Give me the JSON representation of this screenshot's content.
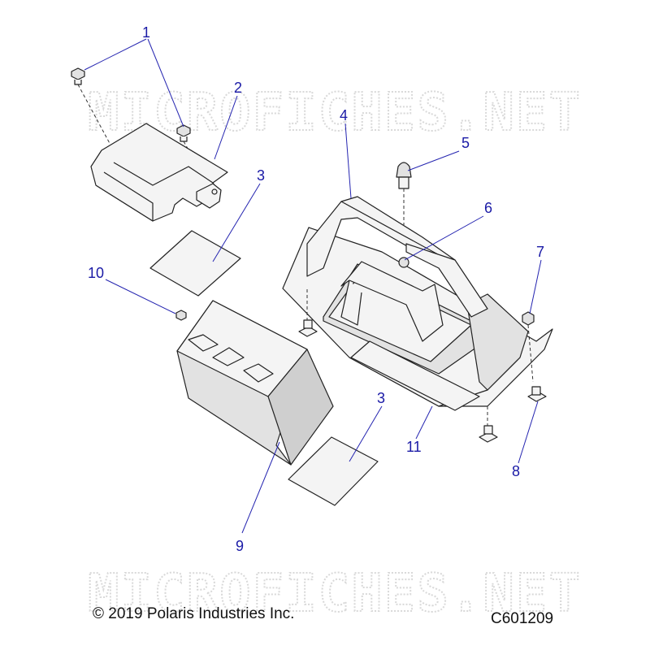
{
  "watermark_text": "MICROFICHES.NET",
  "copyright": "© 2019 Polaris Industries Inc.",
  "diagram_code": "C601209",
  "callouts": {
    "c1": "1",
    "c2": "2",
    "c3a": "3",
    "c3b": "3",
    "c4": "4",
    "c5": "5",
    "c6": "6",
    "c7": "7",
    "c8": "8",
    "c9": "9",
    "c10": "10",
    "c11": "11"
  },
  "colors": {
    "callout": "#1a1aa6",
    "line": "#222222",
    "watermark": "#d9d9d9"
  }
}
